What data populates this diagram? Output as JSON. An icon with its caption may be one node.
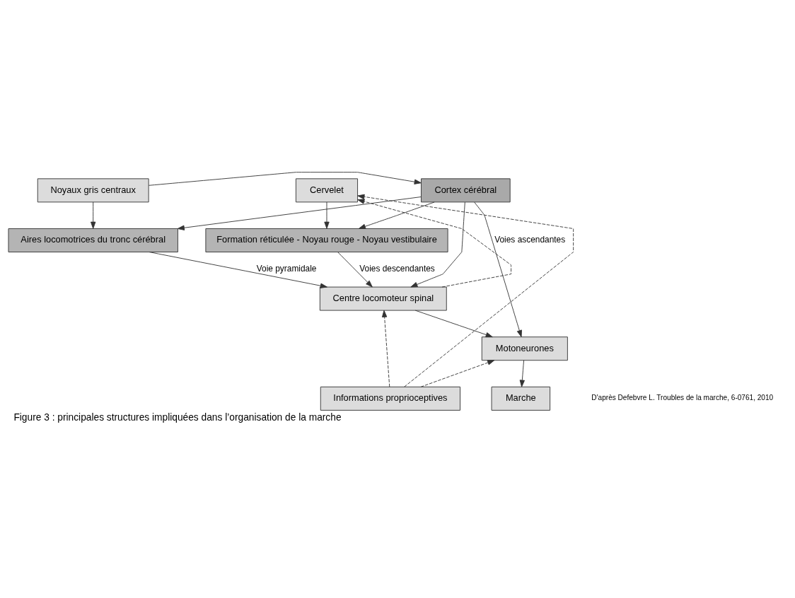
{
  "diagram": {
    "caption": "Figure 3 : principales structures impliquées dans l’organisation de la marche",
    "nodes": [
      {
        "text": [
          "Cortex cérébral"
        ]
      },
      {
        "text": [
          "Noyaux gris centraux"
        ]
      },
      {
        "text": [
          "Cervelet"
        ]
      },
      {
        "text": [
          "Aires locomotrices du tronc cérébral"
        ]
      },
      {
        "text": [
          "Formation réticulée - Noyau rouge - Noyau vestibulaire"
        ]
      },
      {
        "text": [
          "Centre locomoteur spinal"
        ]
      },
      {
        "text": [
          "Motoneurones"
        ]
      },
      {
        "text": [
          "Marche"
        ]
      },
      {
        "text": [
          "Informations proprioceptives"
        ]
      }
    ],
    "edges": [
      {
        "from": 0,
        "to": 3,
        "arrow": "to"
      },
      {
        "from": 1,
        "to": 0,
        "arrow": "to"
      },
      {
        "from": 1,
        "to": 3,
        "arrow": "to"
      },
      {
        "from": 0,
        "to": 4,
        "arrow": "to"
      },
      {
        "from": 2,
        "to": 4,
        "arrow": "to"
      },
      {
        "from": 3,
        "to": 5,
        "arrow": "to",
        "label": "Voie pyramidale"
      },
      {
        "from": 4,
        "to": 5,
        "arrow": "to",
        "label": "Voies descendantes"
      },
      {
        "from": 0,
        "to": 5,
        "arrow": "to"
      },
      {
        "from": 0,
        "to": 6,
        "arrow": "to"
      },
      {
        "from": 5,
        "to": 6,
        "arrow": "to"
      },
      {
        "from": 6,
        "to": 7,
        "arrow": "to"
      },
      {
        "from": 5,
        "to": 2,
        "arrow": "to",
        "style": "dashed",
        "label": "Voies ascendantes"
      },
      {
        "from": 8,
        "to": 2,
        "arrow": "to",
        "style": "dashed"
      },
      {
        "from": 8,
        "to": 5,
        "arrow": "to",
        "style": "dashed"
      },
      {
        "from": 8,
        "to": 6,
        "arrow": "to",
        "style": "dashed"
      }
    ],
    "labels": [
      "D'après Defebvre L. Troubles de la marche, 6-0761, 2010"
    ]
  }
}
